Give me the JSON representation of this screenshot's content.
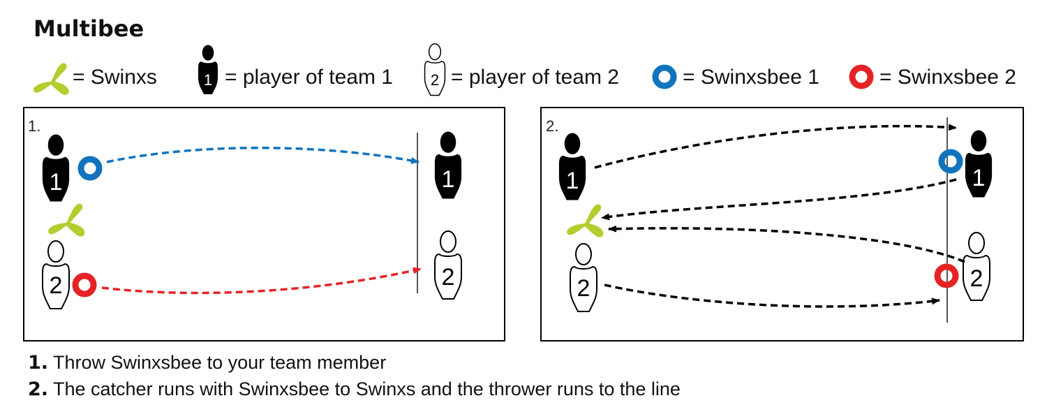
{
  "title": "Multibee",
  "legend": {
    "swinxs": "= Swinxs",
    "team1": "= player of team 1",
    "team1_num": "1",
    "team2": "= player of team 2",
    "team2_num": "2",
    "swinxsbee1": "= Swinxsbee 1",
    "swinxsbee2": "= Swinxsbee 2"
  },
  "colors": {
    "swinxs": "#b5cc2e",
    "swinxsbee1": "#1173be",
    "swinxsbee2": "#e52325",
    "team1": "#000000",
    "team2": "#ffffff"
  },
  "panels": [
    {
      "label": "1.",
      "player1": "1",
      "player2": "2"
    },
    {
      "label": "2.",
      "player1": "1",
      "player2": "2"
    }
  ],
  "steps": [
    {
      "num": "1.",
      "text": "Throw Swinxsbee to your team member"
    },
    {
      "num": "2.",
      "text": "The catcher runs with Swinxsbee to Swinxs and the thrower runs to the line"
    }
  ]
}
